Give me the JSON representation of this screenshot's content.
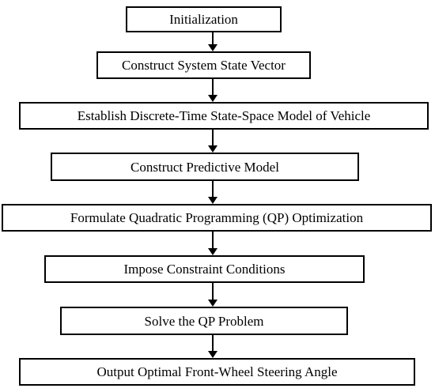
{
  "flowchart": {
    "steps": [
      {
        "label": "Initialization"
      },
      {
        "label": "Construct System State Vector"
      },
      {
        "label": "Establish Discrete-Time State-Space Model of Vehicle"
      },
      {
        "label": "Construct Predictive Model"
      },
      {
        "label": "Formulate Quadratic Programming (QP) Optimization"
      },
      {
        "label": "Impose Constraint Conditions"
      },
      {
        "label": "Solve the QP Problem"
      },
      {
        "label": "Output Optimal Front-Wheel Steering Angle"
      }
    ],
    "connector_color": "#000000",
    "box_border_color": "#000000"
  }
}
